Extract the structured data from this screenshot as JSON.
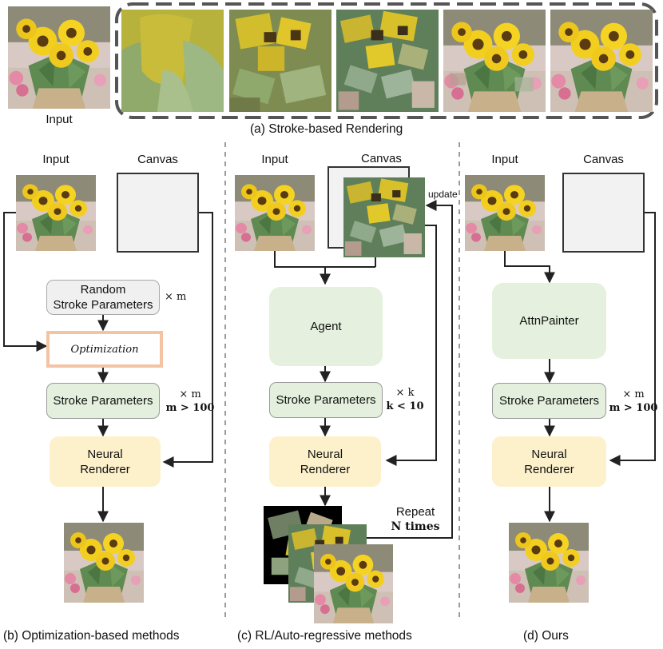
{
  "section_a": {
    "input_label": "Input",
    "caption": "(a) Stroke-based Rendering"
  },
  "section_b": {
    "input_label": "Input",
    "canvas_label": "Canvas",
    "random_stroke": "Random\nStroke Parameters",
    "random_mult": "× m",
    "optimization": "Optimization",
    "stroke_params": "Stroke Parameters",
    "mult_line1": "× m",
    "mult_line2": "m > 100",
    "neural_renderer": "Neural\nRenderer",
    "caption": "(b) Optimization-based methods"
  },
  "section_c": {
    "input_label": "Input",
    "canvas_label": "Canvas",
    "update_label": "update",
    "agent": "Agent",
    "stroke_params": "Stroke Parameters",
    "mult_line1": "× k",
    "mult_line2": "k < 10",
    "neural_renderer": "Neural\nRenderer",
    "repeat_line1": "Repeat",
    "repeat_line2": "N times",
    "caption": "(c) RL/Auto-regressive methods"
  },
  "section_d": {
    "input_label": "Input",
    "canvas_label": "Canvas",
    "model": "AttnPainter",
    "stroke_params": "Stroke Parameters",
    "mult_line1": "× m",
    "mult_line2": "m > 100",
    "neural_renderer": "Neural\nRenderer",
    "caption": "(d) Ours"
  },
  "colors": {
    "stroke_params_fill": "#e4efdd",
    "neural_renderer_fill": "#fdf1cc",
    "agent_fill": "#e5f0de",
    "optimization_border": "#f4c3a3",
    "random_fill": "#f0f0f0",
    "canvas_fill": "#f2f2f2"
  }
}
